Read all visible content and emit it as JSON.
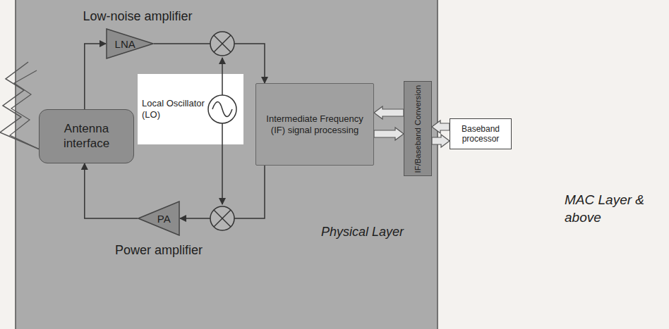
{
  "diagram": {
    "nodes": [
      {
        "text": [
          "Low-noise amplifier",
          "LNA"
        ]
      },
      {
        "text": [
          "Antenna interface"
        ]
      },
      {
        "text": [
          "Local Oscillator (LO)"
        ]
      },
      {
        "text": [
          "Intermediate Frequency (IF) signal processing"
        ]
      },
      {
        "text": [
          "IF/Baseband Conversion"
        ]
      },
      {
        "text": [
          "Baseband processor"
        ]
      },
      {
        "text": [
          "PA",
          "Power amplifier"
        ]
      }
    ],
    "edges": [
      {
        "from": 1,
        "to": 0,
        "arrow": "to"
      },
      {
        "from": 0,
        "to": 3,
        "arrow": "to"
      },
      {
        "from": 3,
        "to": 6,
        "arrow": "to"
      },
      {
        "from": 6,
        "to": 1,
        "arrow": "to"
      },
      {
        "from": 4,
        "to": 3,
        "arrow": "to"
      },
      {
        "from": 3,
        "to": 4,
        "arrow": "to"
      },
      {
        "from": 5,
        "to": 4,
        "arrow": "to"
      },
      {
        "from": 4,
        "to": 5,
        "arrow": "to"
      }
    ],
    "labels": [
      "Physical Layer",
      "MAC Layer & above"
    ]
  }
}
